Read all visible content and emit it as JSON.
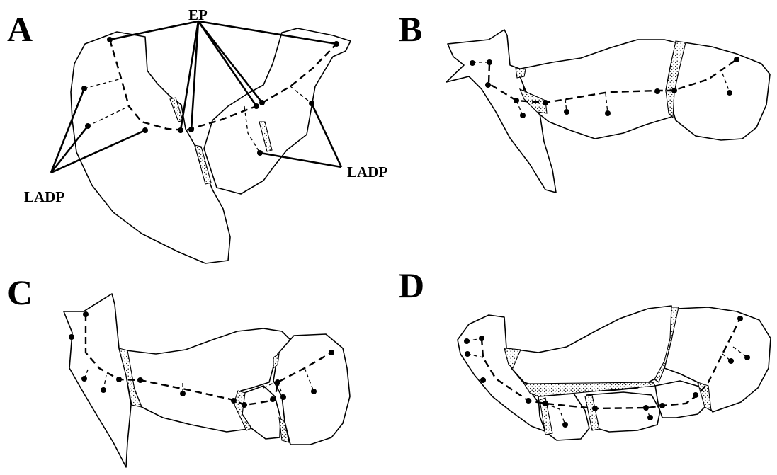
{
  "panels": {
    "a": {
      "letter": "A"
    },
    "b": {
      "letter": "B"
    },
    "c": {
      "letter": "C"
    },
    "d": {
      "letter": "D"
    }
  },
  "labels": {
    "ep": "EP",
    "ladp_left": "LADP",
    "ladp_right": "LADP"
  },
  "colors": {
    "ink": "#000000",
    "background": "#ffffff"
  }
}
